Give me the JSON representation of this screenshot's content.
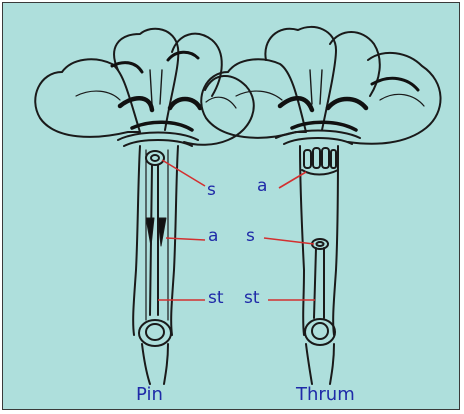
{
  "figure": {
    "colors": {
      "background": "#aedfdc",
      "ink": "#1a1a1a",
      "label_text": "#1f2aa8",
      "leader_line": "#d33030"
    },
    "flowers": [
      {
        "id": "pin",
        "caption": "Pin",
        "labels": {
          "stigma": "s",
          "anthers": "a",
          "style": "st"
        }
      },
      {
        "id": "thrum",
        "caption": "Thrum",
        "labels": {
          "anthers": "a",
          "stigma": "s",
          "style": "st"
        }
      }
    ]
  }
}
